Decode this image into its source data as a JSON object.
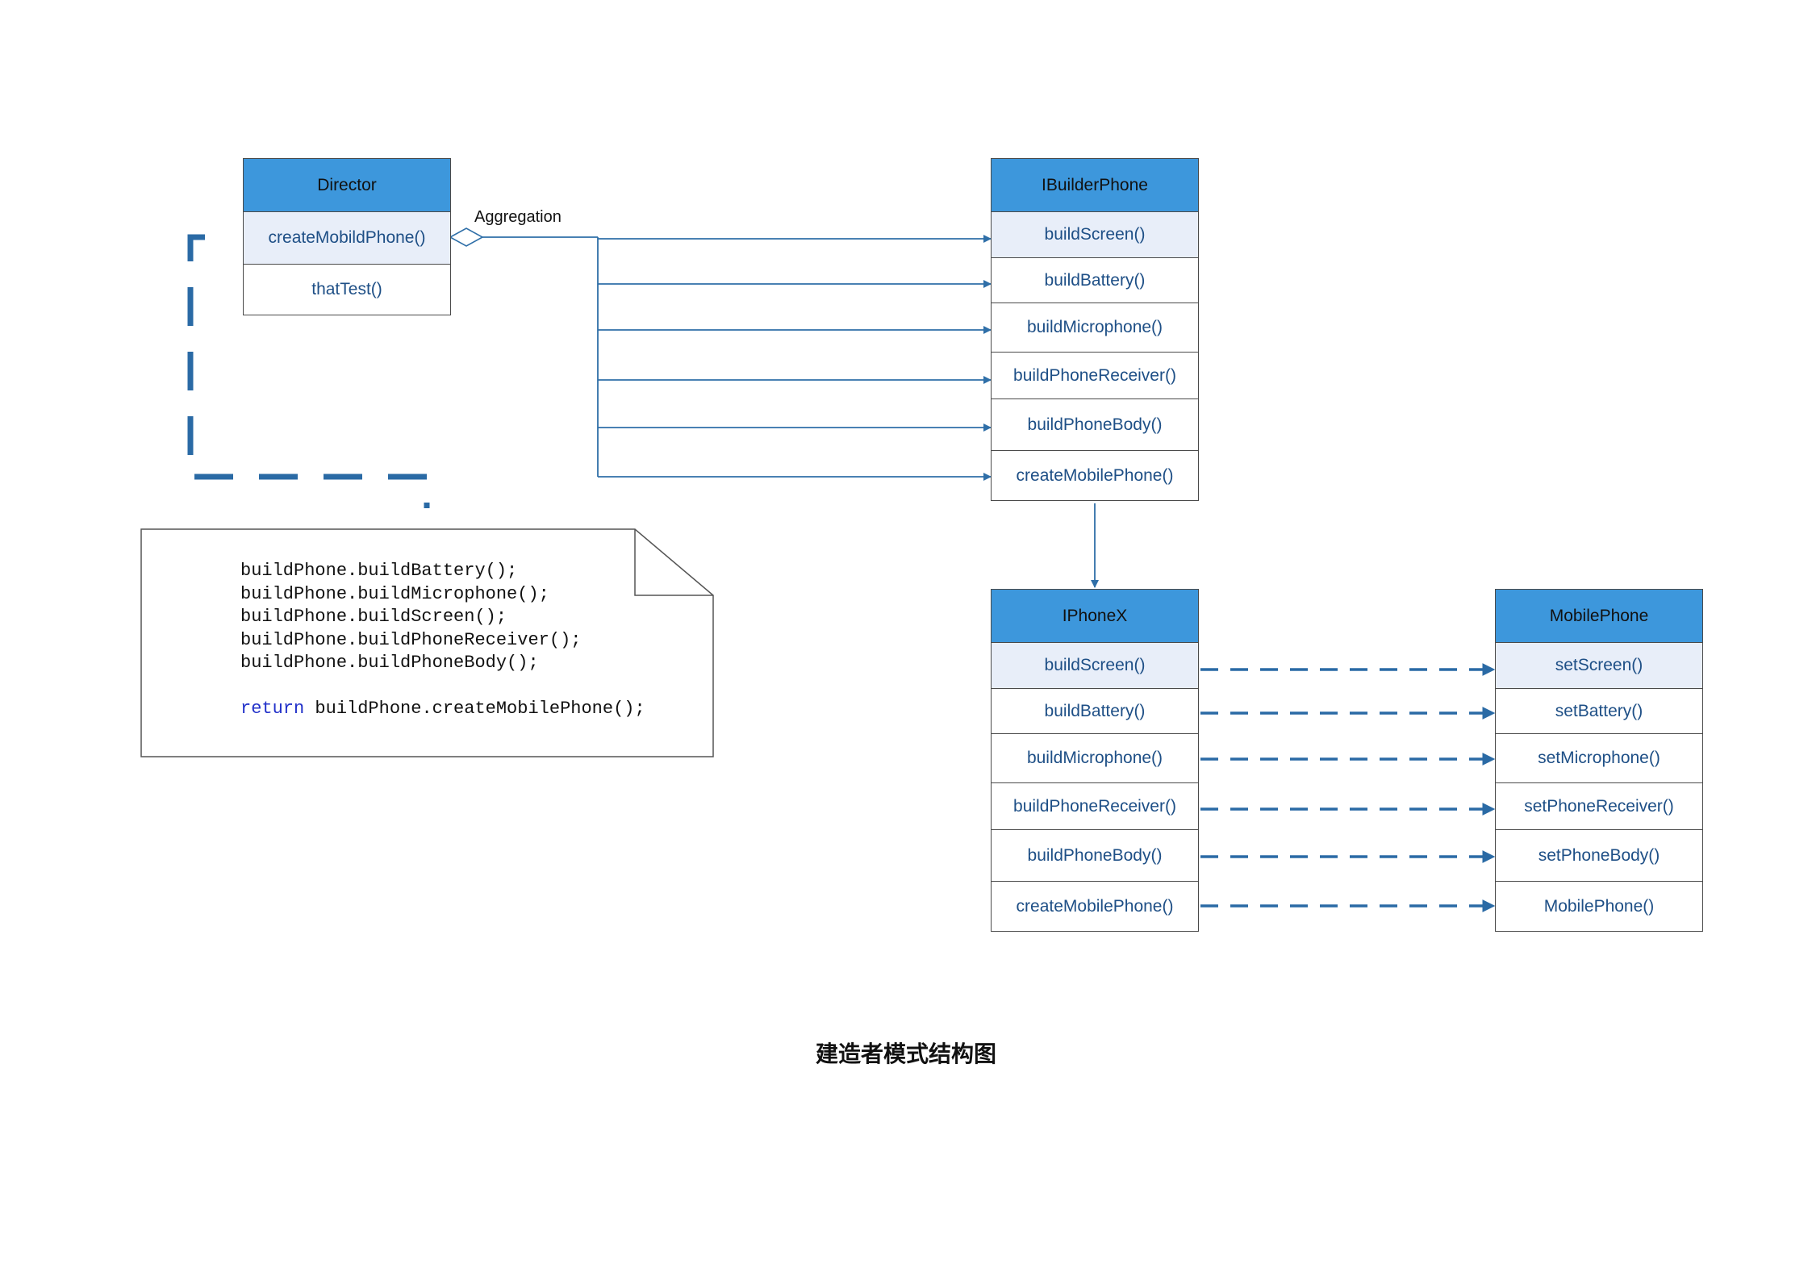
{
  "colors": {
    "header_fill": "#3d97dc",
    "highlight_row": "#e8eef9",
    "connector": "#2f6fa8",
    "dashed_connector": "#2a6aa5",
    "method_text": "#1e4f86",
    "keyword": "#2130c9"
  },
  "director": {
    "name": "Director",
    "methods": [
      "createMobildPhone()",
      "thatTest()"
    ]
  },
  "aggregation_label": "Aggregation",
  "ibuilder": {
    "name": "IBuilderPhone",
    "methods": [
      "buildScreen()",
      "buildBattery()",
      "buildMicrophone()",
      "buildPhoneReceiver()",
      "buildPhoneBody()",
      "createMobilePhone()"
    ]
  },
  "iphonex": {
    "name": "IPhoneX",
    "methods": [
      "buildScreen()",
      "buildBattery()",
      "buildMicrophone()",
      "buildPhoneReceiver()",
      "buildPhoneBody()",
      "createMobilePhone()"
    ]
  },
  "mobilephone": {
    "name": "MobilePhone",
    "methods": [
      "setScreen()",
      "setBattery()",
      "setMicrophone()",
      "setPhoneReceiver()",
      "setPhoneBody()",
      "MobilePhone()"
    ]
  },
  "note": {
    "lines": [
      "buildPhone.buildBattery();",
      "buildPhone.buildMicrophone();",
      "buildPhone.buildScreen();",
      "buildPhone.buildPhoneReceiver();",
      "buildPhone.buildPhoneBody();"
    ],
    "return_keyword": "return",
    "return_expr": "buildPhone.createMobilePhone();"
  },
  "caption": "建造者模式结构图"
}
